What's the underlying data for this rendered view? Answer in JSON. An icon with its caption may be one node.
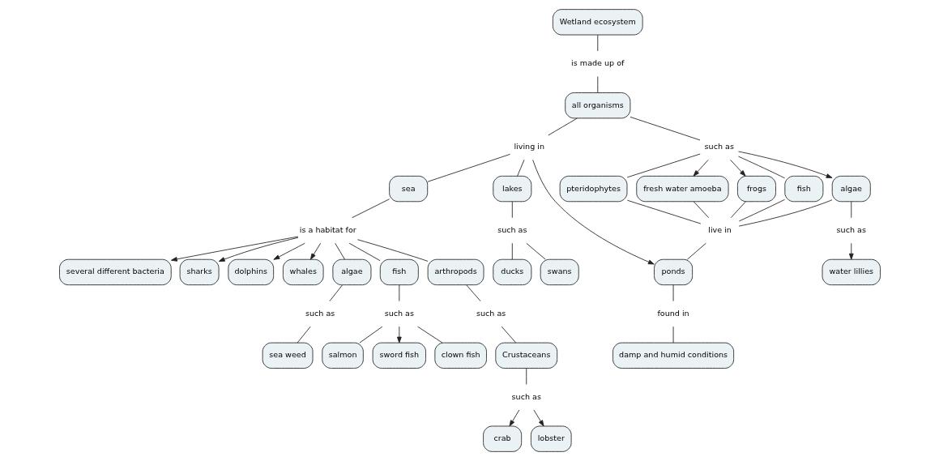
{
  "diagram": {
    "nodes": [
      {
        "text": [
          "Wetland ecosystem"
        ]
      },
      {
        "text": [
          "fresh water amoeba"
        ]
      },
      {
        "text": [
          "is made up of"
        ]
      },
      {
        "text": [
          "algae"
        ]
      },
      {
        "text": [
          "such as"
        ]
      },
      {
        "text": [
          "water lillies"
        ]
      },
      {
        "text": [
          "such as"
        ]
      },
      {
        "text": [
          "all organisms"
        ]
      },
      {
        "text": [
          "frogs"
        ]
      },
      {
        "text": [
          "fish"
        ]
      },
      {
        "text": [
          "several different bacteria"
        ]
      },
      {
        "text": [
          "living in"
        ]
      },
      {
        "text": [
          "sharks"
        ]
      },
      {
        "text": [
          "pteridophytes"
        ]
      },
      {
        "text": [
          "live in"
        ]
      },
      {
        "text": [
          "is a habitat for"
        ]
      },
      {
        "text": [
          "dolphins"
        ]
      },
      {
        "text": [
          "lakes"
        ]
      },
      {
        "text": [
          "whales"
        ]
      },
      {
        "text": [
          "ponds"
        ]
      },
      {
        "text": [
          "algae"
        ]
      },
      {
        "text": [
          "sea"
        ]
      },
      {
        "text": [
          "such as"
        ]
      },
      {
        "text": [
          "such as"
        ]
      },
      {
        "text": [
          "found in"
        ]
      },
      {
        "text": [
          "fish"
        ]
      },
      {
        "text": [
          "swans"
        ]
      },
      {
        "text": [
          "ducks"
        ]
      },
      {
        "text": [
          "sea weed"
        ]
      },
      {
        "text": [
          "such as"
        ]
      },
      {
        "text": [
          "damp and humid conditions"
        ]
      },
      {
        "text": [
          "arthropods"
        ]
      },
      {
        "text": [
          "sword fish"
        ]
      },
      {
        "text": [
          "clown fish"
        ]
      },
      {
        "text": [
          "such as"
        ]
      },
      {
        "text": [
          "salmon"
        ]
      },
      {
        "text": [
          "crab"
        ]
      },
      {
        "text": [
          "such as"
        ]
      },
      {
        "text": [
          "Crustaceans"
        ]
      },
      {
        "text": [
          "lobster"
        ]
      }
    ],
    "edges": [
      {
        "from": 0,
        "to": 2,
        "arrow": "none"
      },
      {
        "from": 2,
        "to": 7,
        "arrow": "none"
      },
      {
        "from": 7,
        "to": 6,
        "arrow": "none"
      },
      {
        "from": 6,
        "to": 1,
        "arrow": "to"
      },
      {
        "from": 6,
        "to": 3,
        "arrow": "to"
      },
      {
        "from": 6,
        "to": 8,
        "arrow": "to"
      },
      {
        "from": 6,
        "to": 9,
        "arrow": "none"
      },
      {
        "from": 6,
        "to": 13,
        "arrow": "none"
      },
      {
        "from": 3,
        "to": 4,
        "arrow": "none"
      },
      {
        "from": 4,
        "to": 5,
        "arrow": "to"
      },
      {
        "from": 1,
        "to": 14,
        "arrow": "none"
      },
      {
        "from": 3,
        "to": 14,
        "arrow": "none"
      },
      {
        "from": 8,
        "to": 14,
        "arrow": "none"
      },
      {
        "from": 9,
        "to": 14,
        "arrow": "none"
      },
      {
        "from": 13,
        "to": 14,
        "arrow": "none"
      },
      {
        "from": 14,
        "to": 19,
        "arrow": "none"
      },
      {
        "from": 7,
        "to": 11,
        "arrow": "none"
      },
      {
        "from": 11,
        "to": 19,
        "arrow": "to"
      },
      {
        "from": 11,
        "to": 17,
        "arrow": "none"
      },
      {
        "from": 11,
        "to": 21,
        "arrow": "none"
      },
      {
        "from": 19,
        "to": 24,
        "arrow": "none"
      },
      {
        "from": 24,
        "to": 30,
        "arrow": "none"
      },
      {
        "from": 17,
        "to": 22,
        "arrow": "none"
      },
      {
        "from": 22,
        "to": 27,
        "arrow": "none"
      },
      {
        "from": 22,
        "to": 26,
        "arrow": "none"
      },
      {
        "from": 21,
        "to": 15,
        "arrow": "none"
      },
      {
        "from": 15,
        "to": 10,
        "arrow": "to"
      },
      {
        "from": 15,
        "to": 12,
        "arrow": "to"
      },
      {
        "from": 15,
        "to": 16,
        "arrow": "to"
      },
      {
        "from": 15,
        "to": 18,
        "arrow": "to"
      },
      {
        "from": 15,
        "to": 20,
        "arrow": "none"
      },
      {
        "from": 15,
        "to": 25,
        "arrow": "none"
      },
      {
        "from": 15,
        "to": 31,
        "arrow": "none"
      },
      {
        "from": 20,
        "to": 23,
        "arrow": "none"
      },
      {
        "from": 23,
        "to": 28,
        "arrow": "none"
      },
      {
        "from": 25,
        "to": 29,
        "arrow": "none"
      },
      {
        "from": 29,
        "to": 32,
        "arrow": "to"
      },
      {
        "from": 29,
        "to": 35,
        "arrow": "none"
      },
      {
        "from": 29,
        "to": 33,
        "arrow": "none"
      },
      {
        "from": 31,
        "to": 34,
        "arrow": "none"
      },
      {
        "from": 34,
        "to": 38,
        "arrow": "none"
      },
      {
        "from": 38,
        "to": 37,
        "arrow": "none"
      },
      {
        "from": 37,
        "to": 36,
        "arrow": "to"
      },
      {
        "from": 37,
        "to": 39,
        "arrow": "to"
      }
    ]
  }
}
